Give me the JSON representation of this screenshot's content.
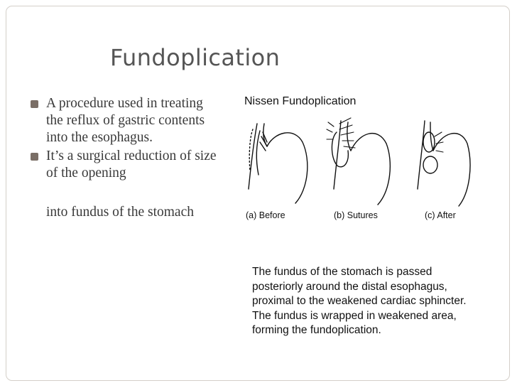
{
  "slide": {
    "title": "Fundoplication",
    "bullets": [
      {
        "lines": [
          "A procedure used in treating",
          "the reflux of gastric contents",
          "into the esophagus."
        ]
      },
      {
        "lines": [
          "It’s a surgical reduction of size",
          "of the opening"
        ]
      }
    ],
    "sub_line": "into fundus of the stomach"
  },
  "figure": {
    "title": "Nissen Fundoplication",
    "labels": [
      "(a) Before",
      "(b) Sutures",
      "(c) After"
    ]
  },
  "caption": {
    "lines": [
      "The fundus of the stomach is passed",
      "posteriorly around the distal esophagus,",
      "proximal to the weakened cardiac sphincter.",
      "The fundus is wrapped in weakened area,",
      "forming the fundoplication."
    ]
  }
}
